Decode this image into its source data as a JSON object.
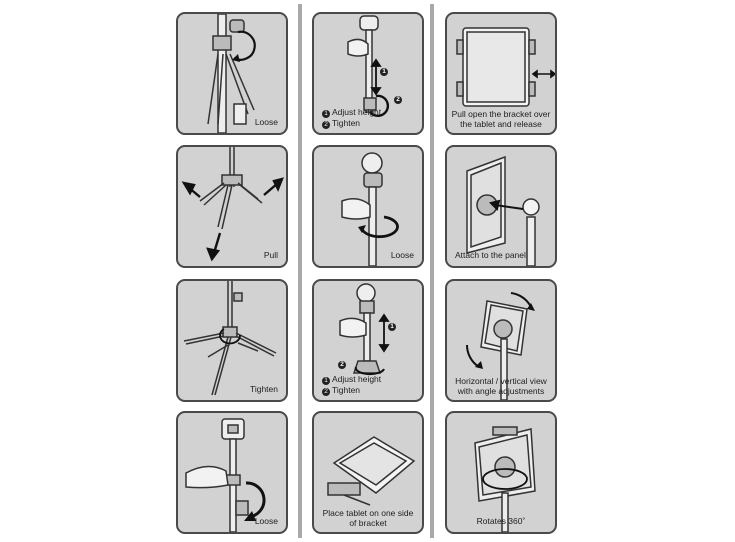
{
  "steps": {
    "s1": "Loose",
    "s2": "Pull",
    "s3": "Tighten",
    "s4": "Loose",
    "s5_line1": "Adjust height",
    "s5_line2": "Tighten",
    "s6": "Loose",
    "s7_line1": "Adjust height",
    "s7_line2": "Tighten",
    "s8_line1": "Place tablet on one side",
    "s8_line2": "of bracket",
    "s9_line1": "Pull open the bracket over",
    "s9_line2": "the tablet and release",
    "s10": "Attach to the panel",
    "s11_line1": "Horizontal / vertical view",
    "s11_line2": "with angle adjustments",
    "s12": "Rotates 360˚"
  },
  "markers": {
    "one": "1",
    "two": "2"
  },
  "colors": {
    "panel": "#d2d2d2",
    "border": "#4a4a4a",
    "line": "#333333",
    "divider": "#a9a9a9"
  }
}
